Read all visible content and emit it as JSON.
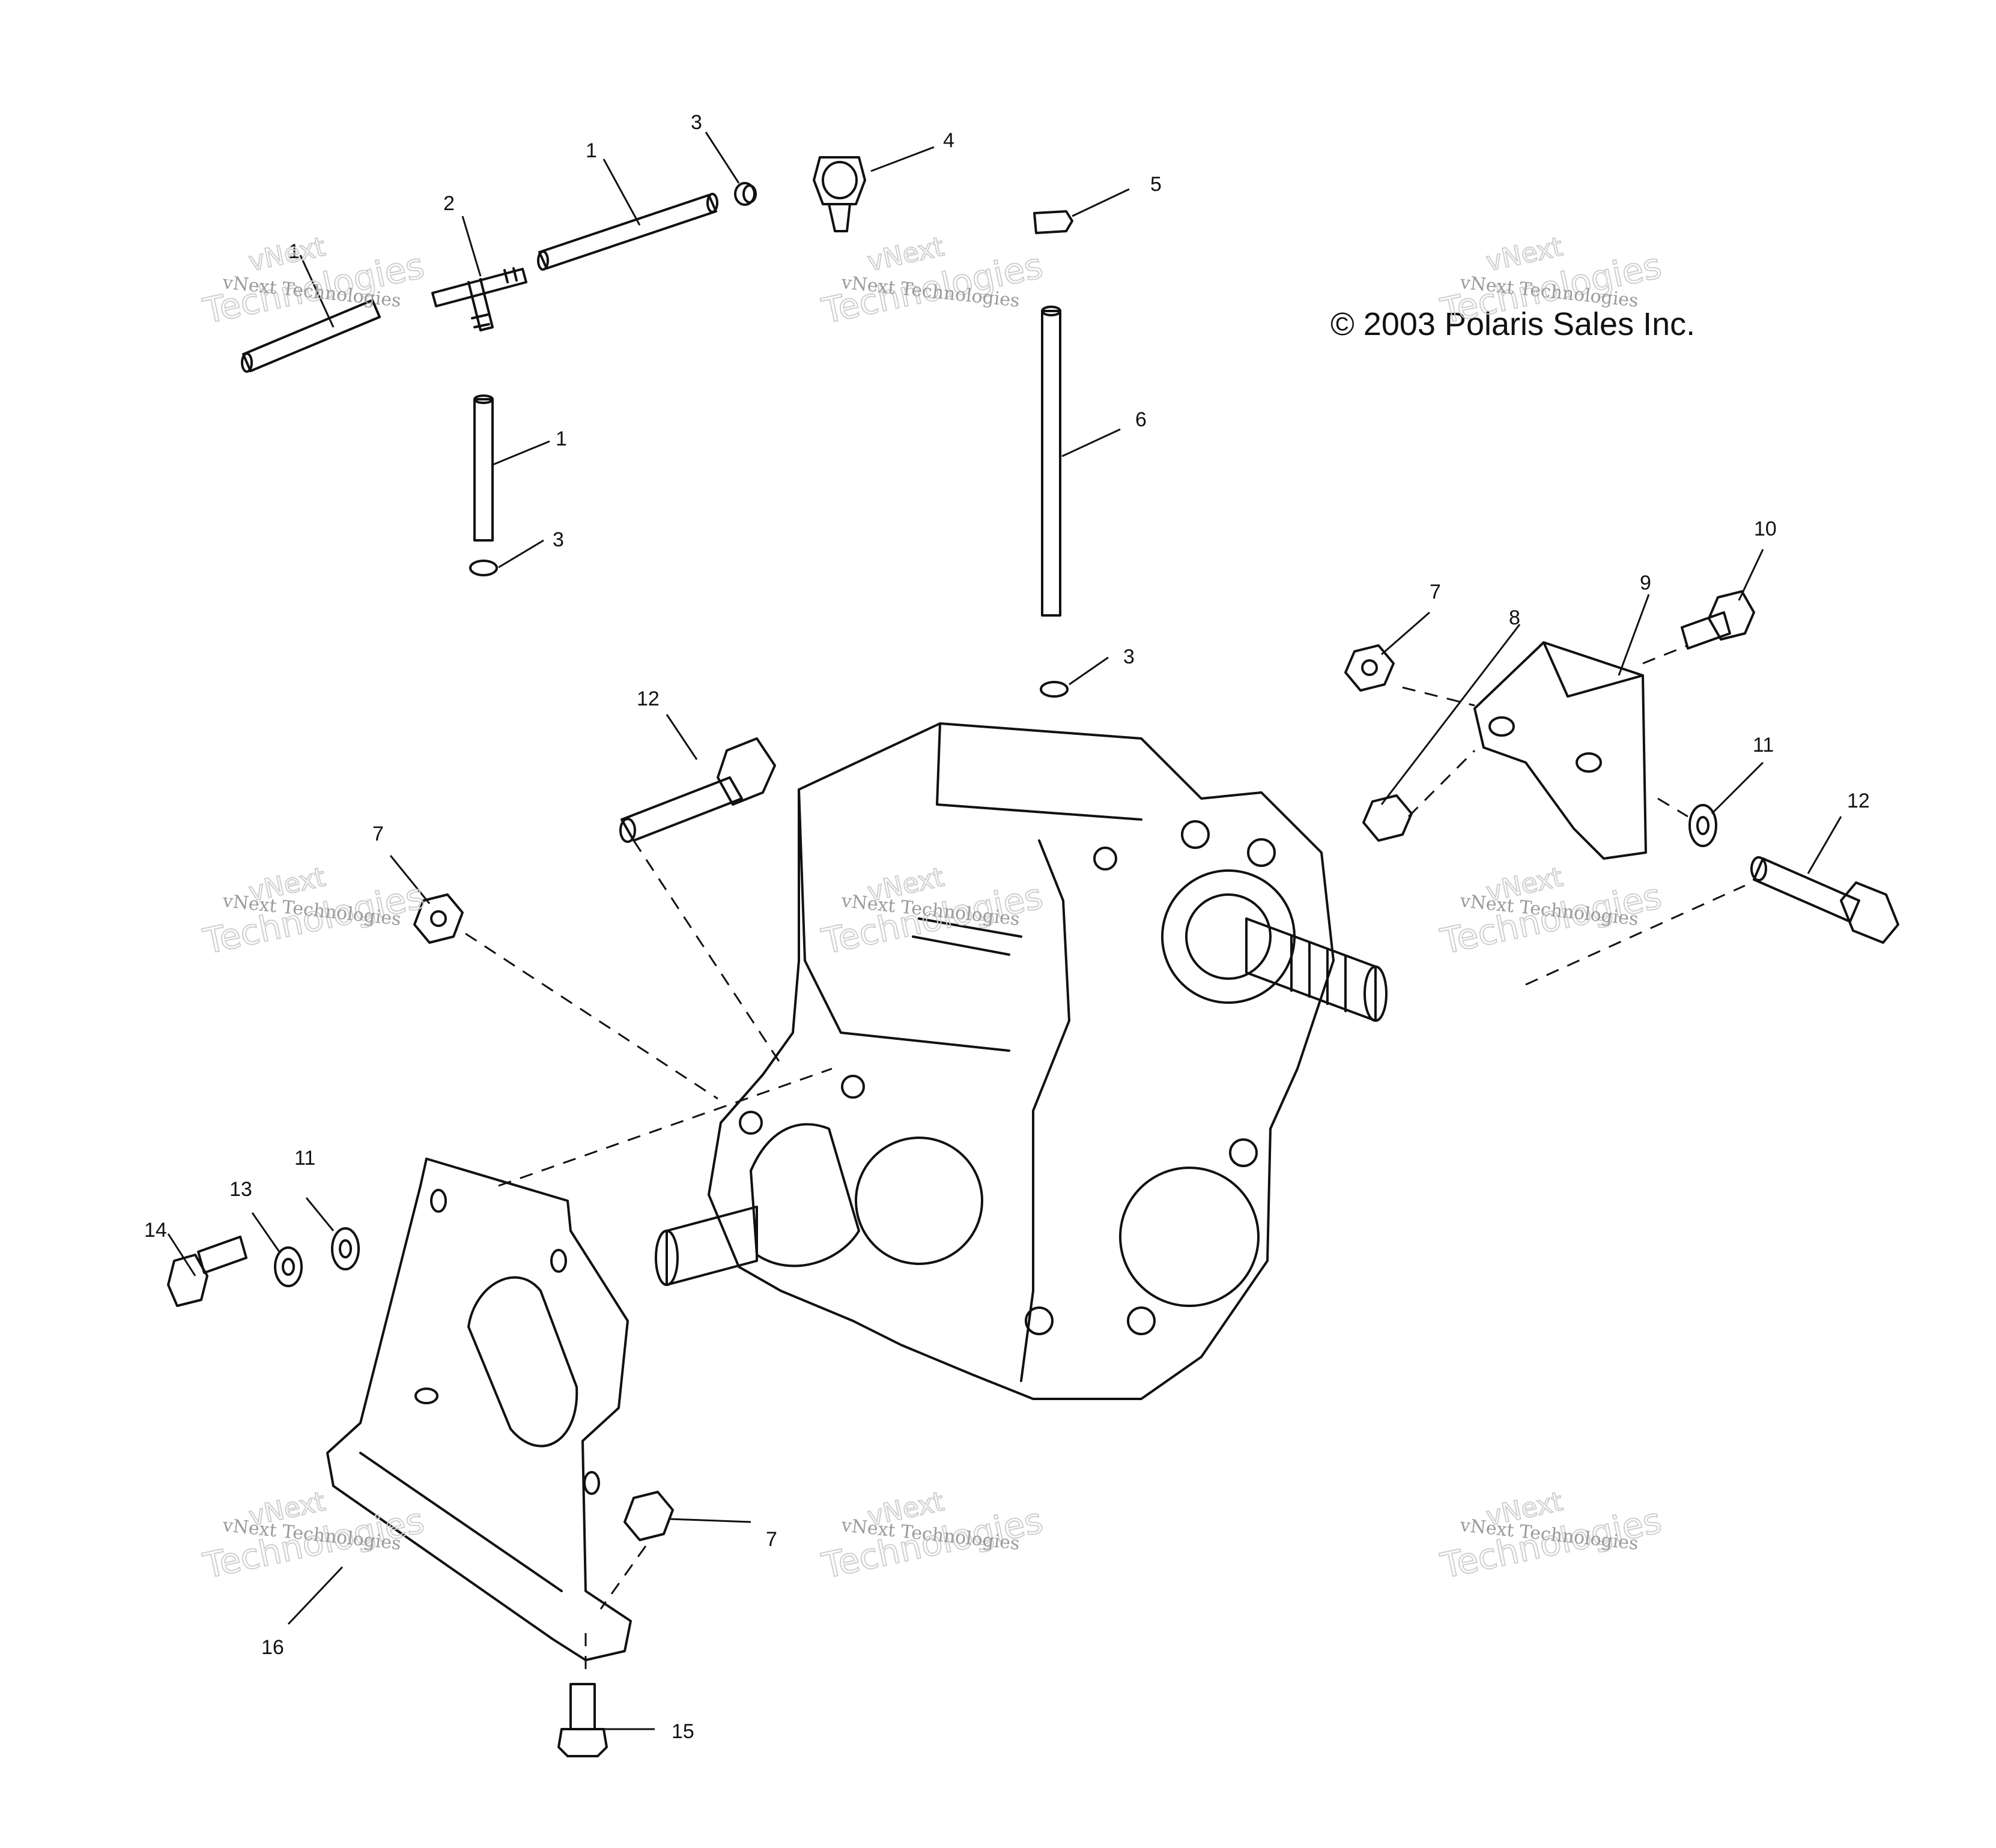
{
  "copyright": "© 2003 Polaris Sales Inc.",
  "watermark": {
    "line_small": "vNext Technologies",
    "line_top": "vNext",
    "line_big": "Technologies"
  },
  "callouts": {
    "c1": "1",
    "c2": "2",
    "c3": "3",
    "c4": "4",
    "c5": "5",
    "c6": "6",
    "c7": "7",
    "c8": "8",
    "c9": "9",
    "c10": "10",
    "c11": "11",
    "c12": "12",
    "c13": "13",
    "c14": "14",
    "c15": "15",
    "c16": "16"
  }
}
